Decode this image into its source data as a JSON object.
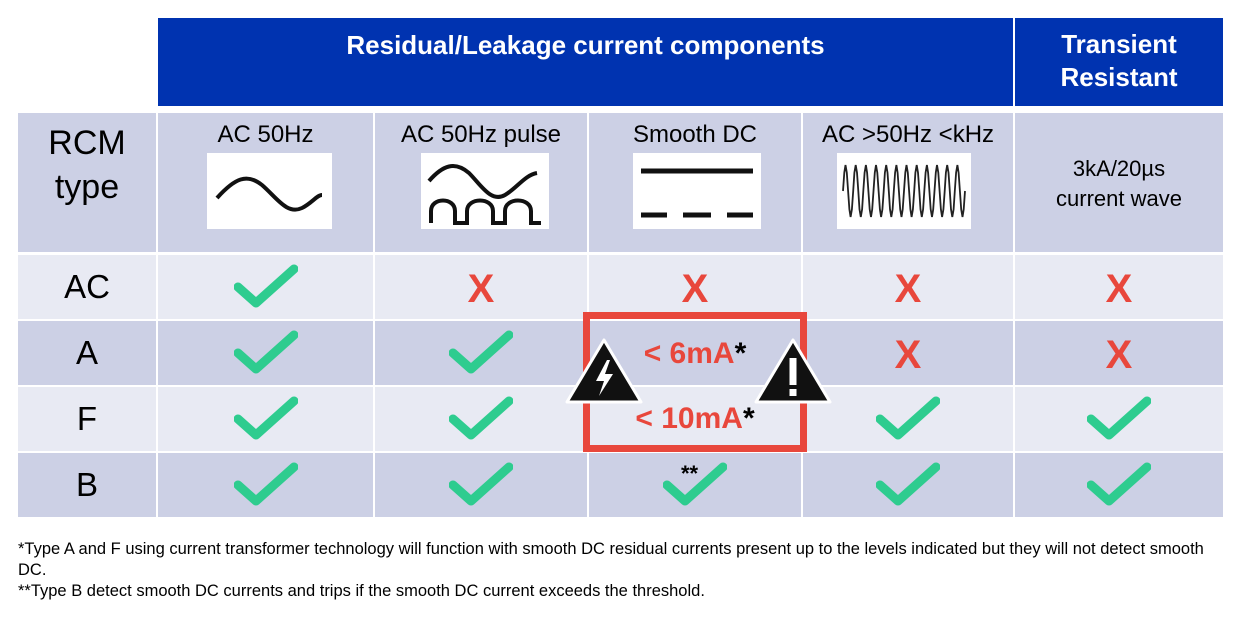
{
  "header": {
    "components_title": "Residual/Leakage current components",
    "transient_line1": "Transient",
    "transient_line2": "Resistant"
  },
  "column_headers": {
    "rcm_line1": "RCM",
    "rcm_line2": "type",
    "ac50": "AC 50Hz",
    "ac50pulse": "AC 50Hz pulse",
    "smoothdc": "Smooth DC",
    "achf": "AC >50Hz <kHz",
    "transient_line1": "3kA/20µs",
    "transient_line2": "current wave"
  },
  "rows": [
    {
      "type": "AC",
      "cells": [
        "check",
        "x",
        "x",
        "x",
        "x"
      ]
    },
    {
      "type": "A",
      "cells": [
        "check",
        "check",
        "limit",
        "x",
        "x"
      ]
    },
    {
      "type": "F",
      "cells": [
        "check",
        "check",
        "limit",
        "check",
        "check"
      ]
    },
    {
      "type": "B",
      "cells": [
        "check",
        "check",
        "check**",
        "check",
        "check"
      ]
    }
  ],
  "marks": {
    "x_label": "X",
    "b_footnote_mark": "**"
  },
  "limits": {
    "type_a_value": "< 6mA",
    "type_f_value": "< 10mA",
    "asterisk": "*"
  },
  "icons": [
    "electric-hazard-warning-icon",
    "exclamation-warning-icon",
    "check-icon"
  ],
  "footnotes": {
    "note1": "*Type A and F using current transformer technology will function with smooth DC residual currents present up to the levels indicated but they will not detect smooth DC.",
    "note2": "**Type B detect smooth DC currents and trips if the smooth DC current exceeds the threshold."
  },
  "colors": {
    "header_blue": "#0033b0",
    "row_lavender": "#ccd0e5",
    "row_light": "#e8eaf3",
    "check_green": "#2ecc8f",
    "cross_red": "#e8473c"
  }
}
